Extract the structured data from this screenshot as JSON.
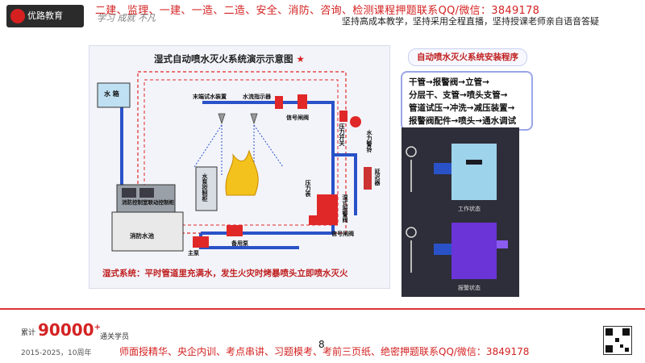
{
  "header": {
    "logo_text": "优路教育",
    "promo_top": "二建、监理、一建、一造、二造、安全、消防、咨询、检测课程押题联系QQ/微信：3849178",
    "promo_sub": "坚持高成本教学，坚持采用全程直播，坚持授课老师亲自语音答疑",
    "signature": "学习 成就 不凡"
  },
  "diagram": {
    "title": "湿式自动喷水灭火系统演示示意图",
    "caption": "湿式系统：平时管道里充满水，发生火灾时烤暴喷头立即喷水灭火",
    "labels": {
      "water_tank": "水 箱",
      "end_test": "末端试水装置",
      "flow_indicator": "水流指示器",
      "signal_valve_top": "信号闸阀",
      "pressure_switch": "压力开关",
      "water_bell": "水力警铃",
      "delay": "延迟器",
      "pressure_gauge": "压力表",
      "alarm_valve": "湿式报警阀",
      "signal_valve_bottom": "信号闸阀",
      "control_panel": "消防控制室联动控制柜",
      "pump_control": "水泵控制柜",
      "pool": "消防水池",
      "main_pump": "主泵",
      "standby_pump": "备用泵"
    }
  },
  "right_panel": {
    "title": "自动喷水灭火系统安装程序",
    "steps": [
      "干管→报警阀→立管→",
      "分层干、支管→喷头支管→",
      "管道试压→冲洗→减压装置→",
      "报警阀配件→喷头→通水调试"
    ],
    "valve_labels": [
      "工作状态",
      "报警状态"
    ]
  },
  "footer": {
    "count_prefix": "累计",
    "count_number": "90000",
    "count_plus": "+",
    "count_suffix": "通关学员",
    "years": "2015-2025，10周年",
    "promo": "师面授精华、央企内训、考点串讲、习题模考、考前三页纸、绝密押题联系QQ/微信：3849178",
    "page_number": "8"
  },
  "colors": {
    "accent_red": "#d42222",
    "pipe_blue": "#2a52c8"
  }
}
